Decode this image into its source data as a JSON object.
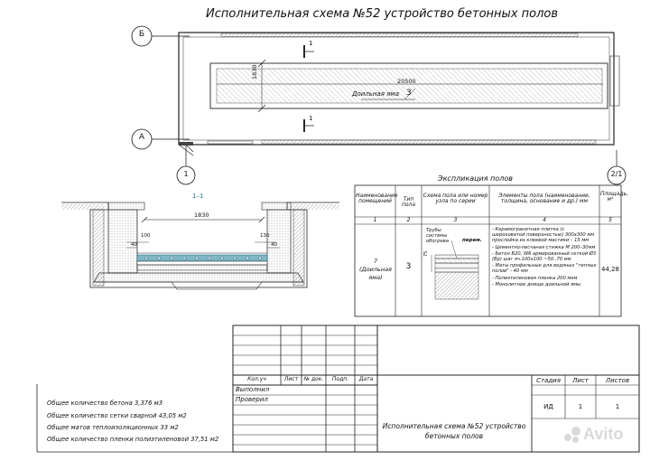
{
  "title": "Исполнительная схема №52 устройство бетонных полов",
  "plan": {
    "axis_b": "Б",
    "axis_a": "А",
    "axis_1": "1",
    "axis_21": "2/1",
    "dim_length": "20500",
    "dim_height": "1830",
    "pit_label": "Доильная яма",
    "pit_number": "3",
    "section_marker": "1"
  },
  "section": {
    "title": "1–1",
    "dim_1830": "1830",
    "dim_100": "100",
    "dim_130": "130",
    "dim_40a": "40",
    "dim_40b": "40"
  },
  "explication": {
    "title": "Экспликация полов",
    "headers": [
      "Наименование помещений",
      "Тип пола",
      "Схема пола или номер узла по серии",
      "Элементы пола (наименование, толщина, основание и др.) мм",
      "Площадь, м²"
    ],
    "numbers": [
      "1",
      "2",
      "3",
      "4",
      "5"
    ],
    "row": {
      "room": "7 (Доильная яма)",
      "type": "3",
      "scheme_note": "Трубы системы обогрева",
      "scheme_perim": "перем.",
      "scheme_dim": "75",
      "elements": [
        "- Керамогранитная плитка (с шероховатой поверхностью) 300х300 мм прослойка из клеевой мастики – 15 мм",
        "- Цементно-песчаная стяжка М 200–30мм",
        "- Бетон В20, W6 армированный сеткой Ø3 (Вр) шаг яч.100х100 ~50..70 мм",
        "- Маты профильные для водяных \"теплых полов\" - 40 мм",
        "- Полиэтиленовая пленка 200 мкм",
        "- Монолитное днище доильной ямы"
      ],
      "area": "44,28"
    }
  },
  "stamp": {
    "headers": [
      "Кол.уч",
      "Лист",
      "№ док.",
      "Подп.",
      "Дата"
    ],
    "done": "Выполнил",
    "checked": "Проверил",
    "stage_h": "Стадия",
    "sheet_h": "Лист",
    "sheets_h": "Листов",
    "stage": "ИД",
    "sheet": "1",
    "sheets": "1",
    "doc_title": "Исполнительная схема №52 устройство бетонных полов"
  },
  "notes": [
    "Общее количество  бетона 3,376 м3",
    "Общее количество  сетки сварной 43,05 м2",
    "Общее матов теплоизоляционных 33 м2",
    "Общее количество  пленки полиэтиленовой 37,51 м2"
  ],
  "watermark": "Avito"
}
